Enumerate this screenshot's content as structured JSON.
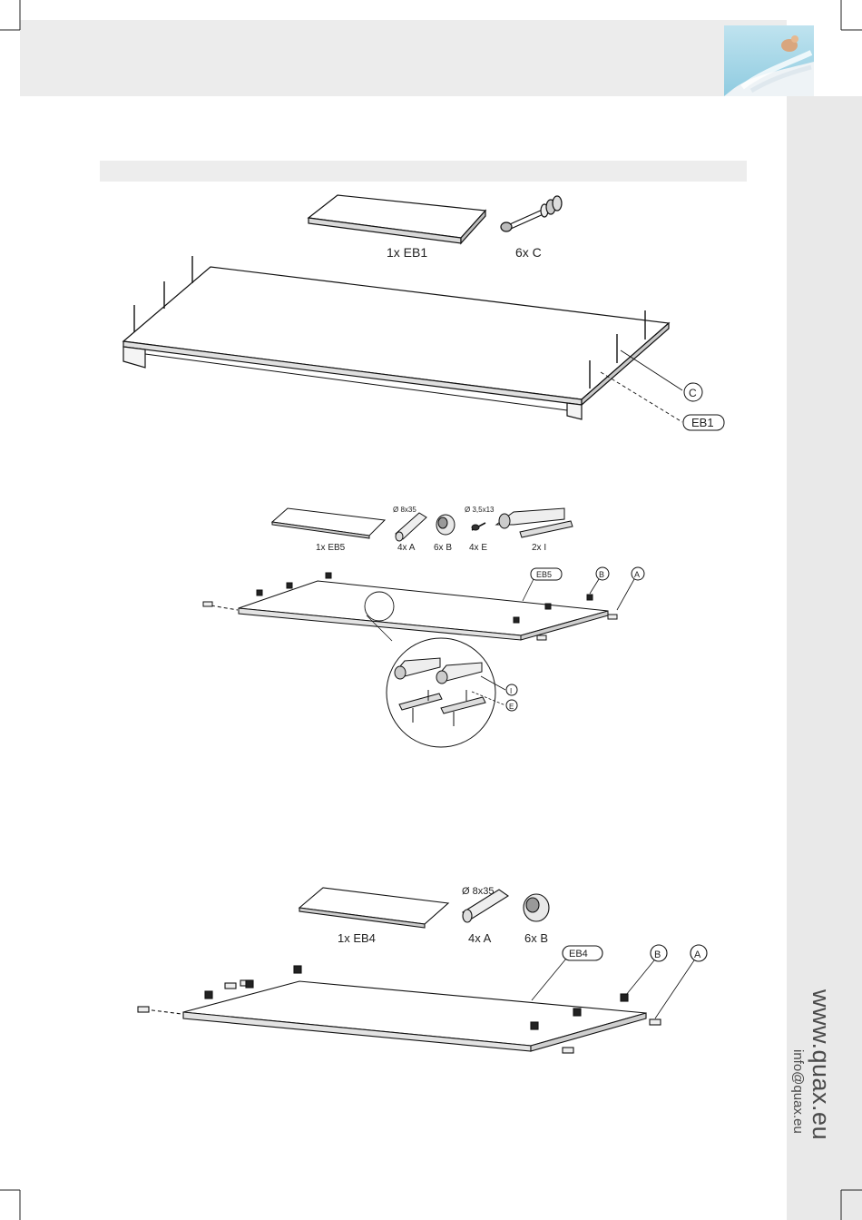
{
  "step1": {
    "part_label": "1x EB1",
    "screw_label": "6x C",
    "callout_c": "C",
    "callout_eb1": "EB1"
  },
  "step2": {
    "panel_label": "1x EB5",
    "dowel_dim": "Ø 8x35",
    "dowel_label": "4x A",
    "cam_label": "6x B",
    "screw_dim": "Ø 3,5x13",
    "screw_label": "4x E",
    "hinge_label": "2x I",
    "callout_eb5": "EB5",
    "callout_b": "B",
    "callout_a": "A",
    "callout_i": "I",
    "callout_e": "E"
  },
  "step3": {
    "panel_label": "1x EB4",
    "dowel_dim": "Ø 8x35",
    "dowel_label": "4x A",
    "cam_label": "6x B",
    "callout_eb4": "EB4",
    "callout_b": "B",
    "callout_a": "A"
  },
  "contact": {
    "website": "www.quax.eu",
    "email": "info@quax.eu"
  }
}
